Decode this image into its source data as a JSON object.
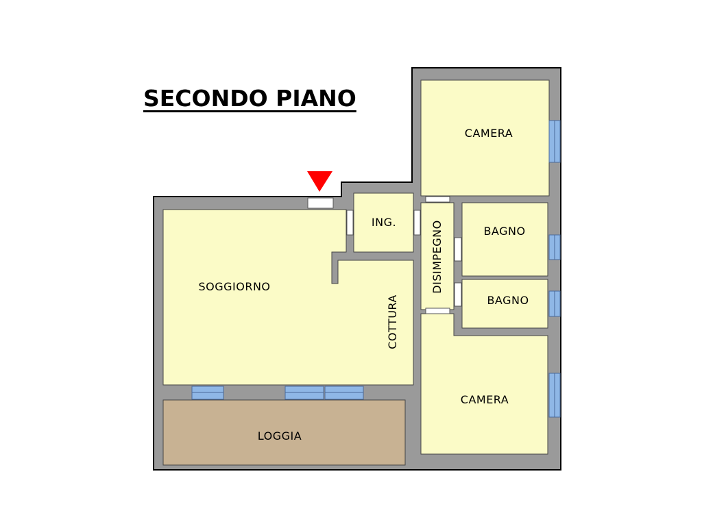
{
  "title": "SECONDO PIANO",
  "colors": {
    "wall": "#9a9a9a",
    "room": "#fbfbc7",
    "loggia": "#c8b293",
    "window": "#8fb7e6",
    "entrance_marker": "#ff0000"
  },
  "icons": {
    "entrance": "entrance-arrow-icon"
  },
  "rooms": {
    "camera_top": "CAMERA",
    "ingresso": "ING.",
    "disimpegno": "DISIMPEGNO",
    "bagno_1": "BAGNO",
    "bagno_2": "BAGNO",
    "soggiorno": "SOGGIORNO",
    "cottura": "COTTURA",
    "camera_bottom": "CAMERA",
    "loggia": "LOGGIA"
  }
}
